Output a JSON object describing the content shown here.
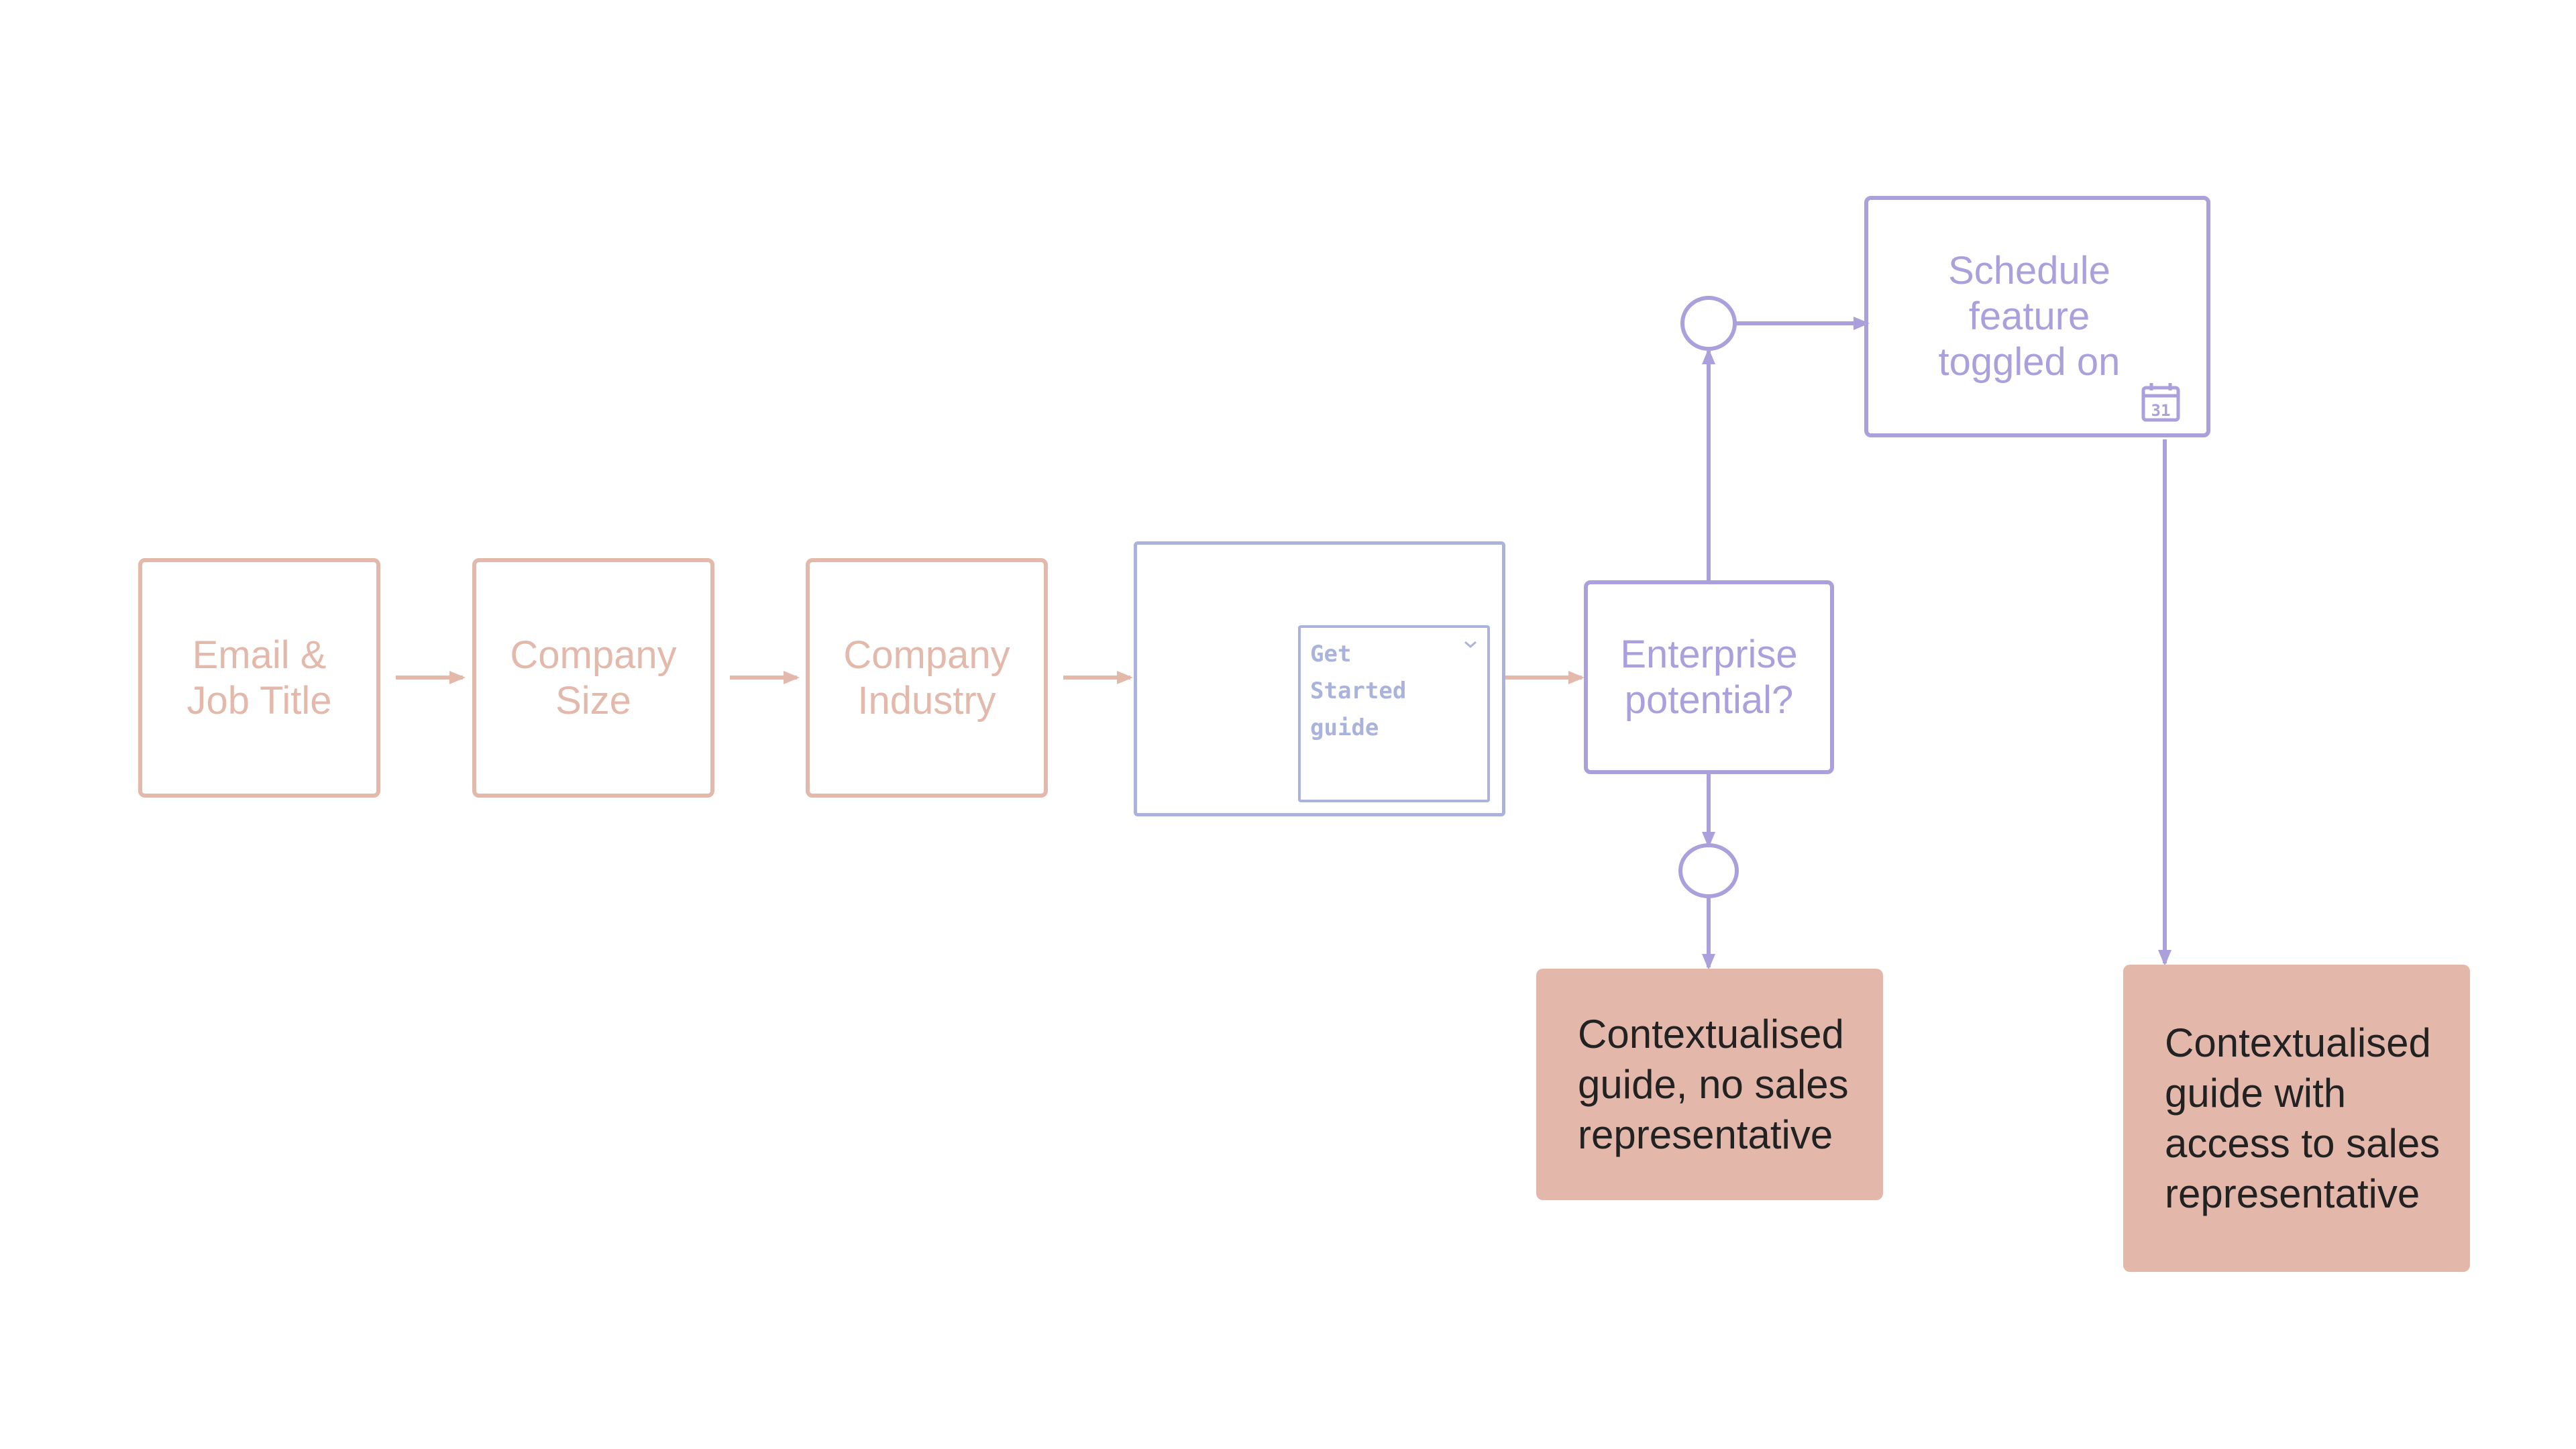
{
  "nodes": {
    "email": "Email &\nJob Title",
    "company_size": "Company\nSize",
    "company_industry": "Company\nIndustry",
    "guide": "Get\nStarted\nguide",
    "enterprise": "Enterprise\npotential?",
    "schedule": "Schedule\nfeature\ntoggled on",
    "calendar_day": "31"
  },
  "outcomes": {
    "no_sales": "Contextualised\nguide, no sales\nrepresentative",
    "with_sales": "Contextualised\nguide with\naccess to sales\nrepresentative"
  },
  "colors": {
    "peach": "#e3b9ab",
    "purple": "#ab9fdc",
    "blue": "#a9b3db",
    "result_fill": "#e3b8ab",
    "result_text": "#222222"
  },
  "icons": [
    "calendar-icon",
    "chevron-down-icon"
  ]
}
